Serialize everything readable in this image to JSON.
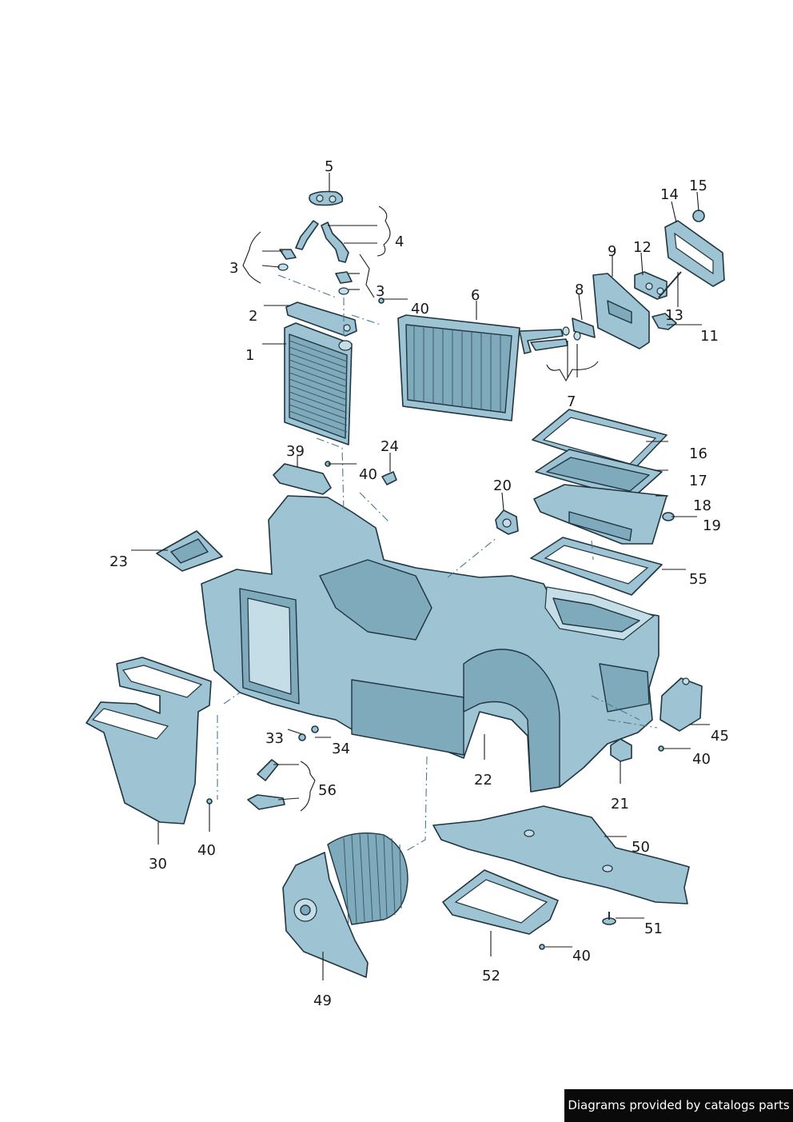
{
  "diagram": {
    "labels": [
      {
        "id": "l5",
        "text": "5"
      },
      {
        "id": "l15",
        "text": "15"
      },
      {
        "id": "l14",
        "text": "14"
      },
      {
        "id": "l4",
        "text": "4"
      },
      {
        "id": "l3a",
        "text": "3"
      },
      {
        "id": "l3b",
        "text": "3"
      },
      {
        "id": "l9",
        "text": "9"
      },
      {
        "id": "l12",
        "text": "12"
      },
      {
        "id": "l8",
        "text": "8"
      },
      {
        "id": "l6",
        "text": "6"
      },
      {
        "id": "l40a",
        "text": "40"
      },
      {
        "id": "l2",
        "text": "2"
      },
      {
        "id": "l13",
        "text": "13"
      },
      {
        "id": "l11",
        "text": "11"
      },
      {
        "id": "l1",
        "text": "1"
      },
      {
        "id": "l7",
        "text": "7"
      },
      {
        "id": "l39",
        "text": "39"
      },
      {
        "id": "l24",
        "text": "24"
      },
      {
        "id": "l16",
        "text": "16"
      },
      {
        "id": "l40b",
        "text": "40"
      },
      {
        "id": "l17",
        "text": "17"
      },
      {
        "id": "l20",
        "text": "20"
      },
      {
        "id": "l18",
        "text": "18"
      },
      {
        "id": "l19",
        "text": "19"
      },
      {
        "id": "l23",
        "text": "23"
      },
      {
        "id": "l55",
        "text": "55"
      },
      {
        "id": "l45",
        "text": "45"
      },
      {
        "id": "l33",
        "text": "33"
      },
      {
        "id": "l34",
        "text": "34"
      },
      {
        "id": "l40c",
        "text": "40"
      },
      {
        "id": "l22",
        "text": "22"
      },
      {
        "id": "l56",
        "text": "56"
      },
      {
        "id": "l21",
        "text": "21"
      },
      {
        "id": "l40d",
        "text": "40"
      },
      {
        "id": "l50",
        "text": "50"
      },
      {
        "id": "l30",
        "text": "30"
      },
      {
        "id": "l51",
        "text": "51"
      },
      {
        "id": "l40e",
        "text": "40"
      },
      {
        "id": "l52",
        "text": "52"
      },
      {
        "id": "l49",
        "text": "49"
      }
    ]
  },
  "footer": {
    "text": "Diagrams provided by catalogs parts"
  }
}
